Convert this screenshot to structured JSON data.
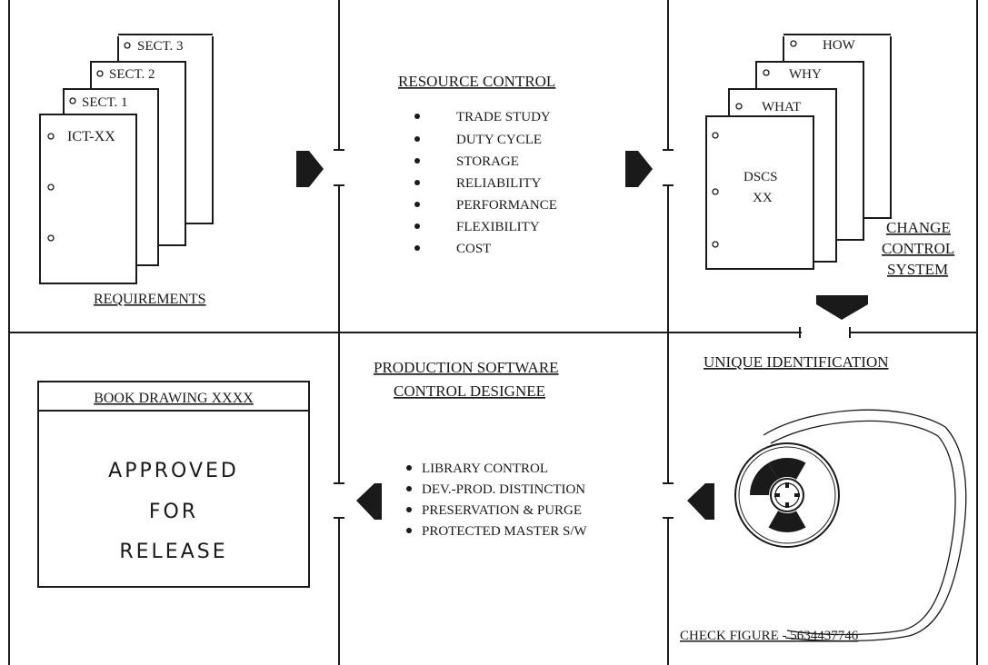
{
  "requirements": {
    "sections": [
      "SECT. 3",
      "SECT. 2",
      "SECT. 1"
    ],
    "front_doc": "ICT-XX",
    "caption": "REQUIREMENTS"
  },
  "resource_control": {
    "title": "RESOURCE CONTROL",
    "items": [
      "TRADE STUDY",
      "DUTY CYCLE",
      "STORAGE",
      "RELIABILITY",
      "PERFORMANCE",
      "FLEXIBILITY",
      "COST"
    ]
  },
  "change_control": {
    "tabs": [
      "HOW",
      "WHY",
      "WHAT"
    ],
    "doc_line1": "DSCS",
    "doc_line2": "XX",
    "caption_line1": "CHANGE",
    "caption_line2": "CONTROL",
    "caption_line3": "SYSTEM"
  },
  "unique_identification": {
    "title": "UNIQUE IDENTIFICATION",
    "check_figure": "CHECK FIGURE - 5634437746"
  },
  "production_software": {
    "title_line1": "PRODUCTION SOFTWARE",
    "title_line2": "CONTROL DESIGNEE",
    "items": [
      "LIBRARY CONTROL",
      "DEV.-PROD. DISTINCTION",
      "PRESERVATION & PURGE",
      "PROTECTED MASTER S/W"
    ]
  },
  "book_drawing": {
    "title": "BOOK DRAWING XXXX",
    "line1": "APPROVED",
    "line2": "FOR",
    "line3": "RELEASE"
  }
}
